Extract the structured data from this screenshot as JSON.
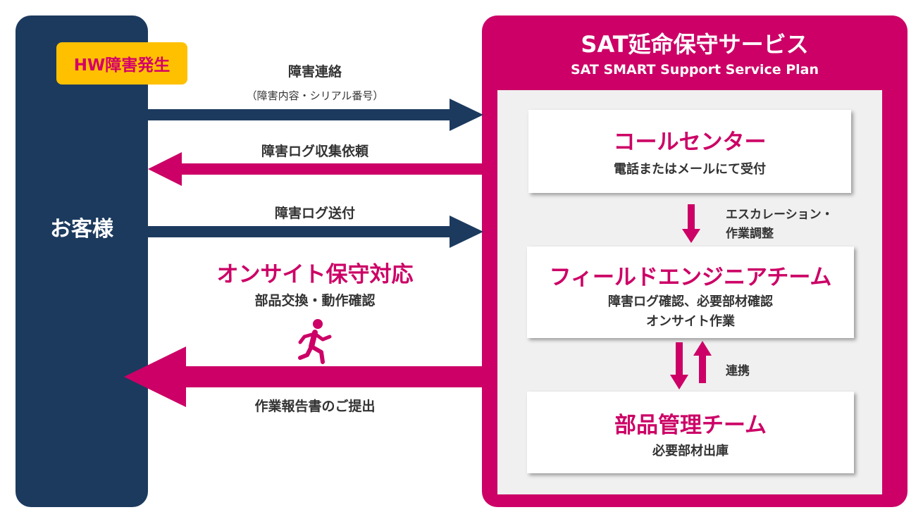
{
  "customer": {
    "badge": "HW障害発生",
    "label": "お客様"
  },
  "service": {
    "title": "SAT延命保守サービス",
    "subtitle": "SAT SMART Support Service Plan",
    "call_center": {
      "name": "コールセンター",
      "desc": "電話またはメールにて受付"
    },
    "field_team": {
      "name": "フィールドエンジニアチーム",
      "desc_line1": "障害ログ確認、必要部材確認",
      "desc_line2": "オンサイト作業"
    },
    "parts_team": {
      "name": "部品管理チーム",
      "desc": "必要部材出庫"
    },
    "escalation_line1": "エスカレーション・",
    "escalation_line2": "作業調整",
    "collaboration": "連携"
  },
  "flows": {
    "report_failure": "障害連絡",
    "report_failure_detail": "（障害内容・シリアル番号）",
    "log_request": "障害ログ収集依頼",
    "log_send": "障害ログ送付",
    "onsite_title": "オンサイト保守対応",
    "onsite_desc": "部品交換・動作確認",
    "work_report": "作業報告書のご提出"
  },
  "colors": {
    "navy": "#1c3a5e",
    "magenta": "#cc0066",
    "yellow": "#ffc000",
    "panel_gray": "#f0f0f0"
  },
  "icons": {
    "onsite": "running-person-icon"
  }
}
